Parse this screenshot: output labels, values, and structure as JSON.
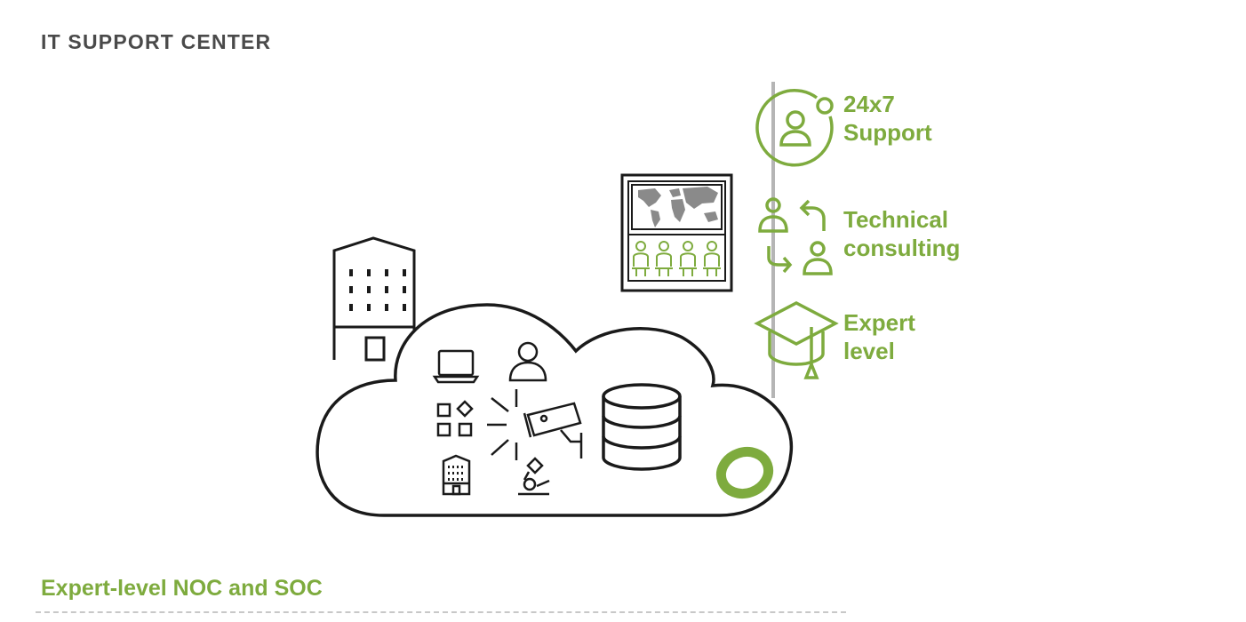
{
  "header": {
    "title": "IT SUPPORT CENTER"
  },
  "colors": {
    "accent": "#7eab3e",
    "ink": "#1a1a1a",
    "title": "#4a4a4a",
    "divider": "#c8c8c8"
  },
  "features": [
    {
      "label": "24x7\nSupport",
      "icon": "support-agent-icon"
    },
    {
      "label": "Technical\nconsulting",
      "icon": "consulting-exchange-icon"
    },
    {
      "label": "Expert\nlevel",
      "icon": "graduation-cap-icon"
    }
  ],
  "cloud_icons": [
    "building-icon",
    "cloud-icon",
    "laptop-icon",
    "user-icon",
    "apps-icon",
    "office-building-icon",
    "security-camera-icon",
    "microscope-icon",
    "database-icon",
    "status-ring-icon",
    "monitoring-wall-icon",
    "world-map-icon"
  ],
  "footer": {
    "title": "Expert-level NOC and SOC"
  }
}
